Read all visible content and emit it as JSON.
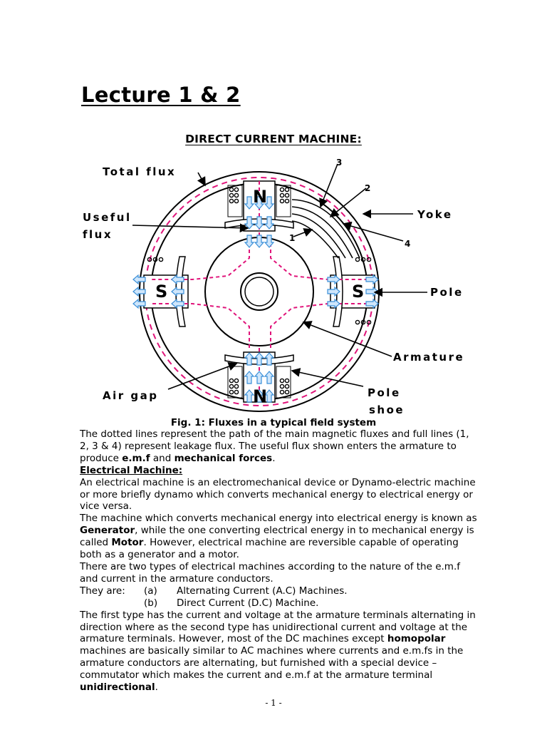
{
  "header": {
    "title": "Lecture 1 & 2",
    "subtitle": "DIRECT CURRENT MACHINE:"
  },
  "figure": {
    "labels": {
      "total_flux": "Total flux",
      "useful": "Useful",
      "flux": "flux",
      "yoke": "Yoke",
      "pole": "Pole",
      "armature": "Armature",
      "air_gap": "Air gap",
      "pole_shoe_1": "Pole",
      "pole_shoe_2": "shoe",
      "n1": "1",
      "n2": "2",
      "n3": "3",
      "n4": "4",
      "pole_north": "N",
      "pole_south": "S"
    },
    "caption": "Fig. 1: Fluxes in a typical field system",
    "colors": {
      "flux_dotted": "#e0147a",
      "flux_arrows": "#3a8fd8",
      "lines": "#000000"
    }
  },
  "content": {
    "p1": {
      "t1": "The dotted lines represent the path of the main magnetic fluxes and full lines (1, 2, 3 & 4) represent leakage flux. The useful flux shown enters the armature to produce ",
      "b1": "e.m.f",
      "t2": " and ",
      "b2": "mechanical forces",
      "t3": "."
    },
    "h1": "Electrical Machine:",
    "p2": "An electrical machine is an electromechanical device or Dynamo-electric machine or more briefly dynamo which converts mechanical energy to electrical energy or vice versa.",
    "p3": {
      "t1": "The machine which converts mechanical energy into electrical energy is known as ",
      "b1": "Generator",
      "t2": ", while the one converting electrical energy in to mechanical energy is called ",
      "b2": "Motor",
      "t3": ". However, electrical machine are reversible capable of operating both as a generator and a motor."
    },
    "p4": "There are two types of electrical machines according to the nature of the e.m.f and current in the armature conductors.",
    "list": {
      "intro": "They are:",
      "a_marker": "(a)",
      "a_text": "Alternating Current (A.C) Machines.",
      "b_marker": "(b)",
      "b_text": "Direct Current (D.C) Machine."
    },
    "p5": {
      "t1": "The first type has the current and voltage at the armature terminals alternating in direction where as the second type has unidirectional current and voltage at the armature terminals. However, most of the DC machines except ",
      "b1": "homopolar",
      "t2": " machines are basically similar to AC machines where currents and e.m.fs in the armature conductors are alternating, but furnished with a special device – commutator which makes the current and e.m.f at the armature terminal ",
      "b2": "unidirectional",
      "t3": "."
    }
  },
  "footer": {
    "page_number": "- 1 -"
  }
}
